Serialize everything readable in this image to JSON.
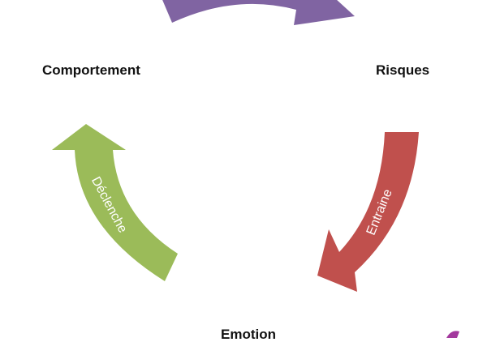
{
  "diagram": {
    "nodes": {
      "comportement": "Comportement",
      "risques": "Risques",
      "emotion": "Emotion"
    },
    "arrows": {
      "top": {
        "label": "",
        "color": "#8064a2"
      },
      "right": {
        "label": "Entraine",
        "color": "#c0504d"
      },
      "left": {
        "label": "Déclenche",
        "color": "#9bbb59"
      }
    },
    "label_color": "#ffffff"
  }
}
